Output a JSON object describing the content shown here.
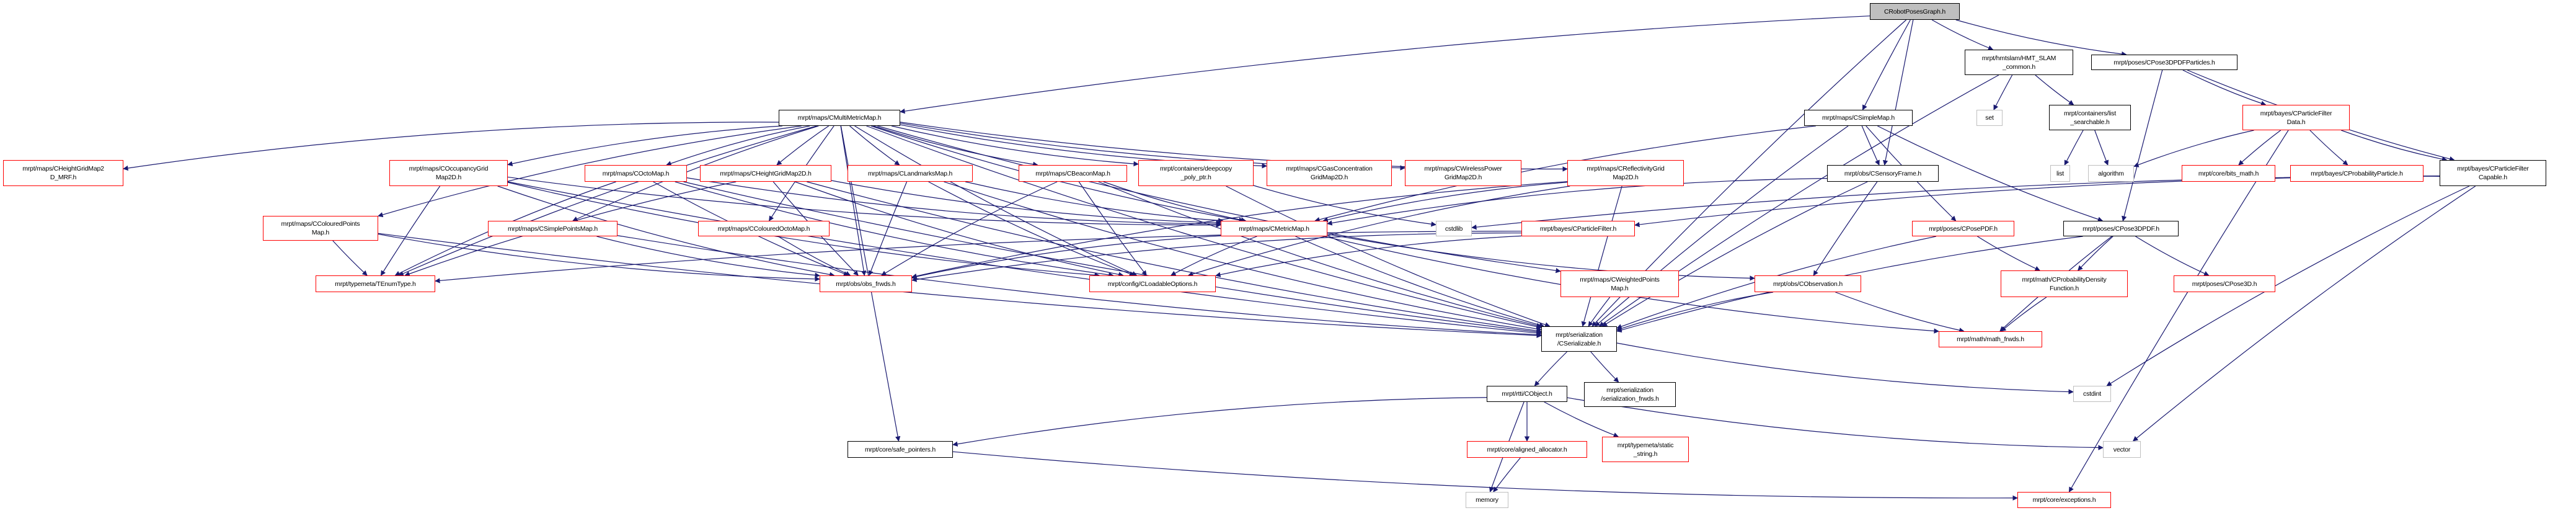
{
  "title": "CRobotPosesGraph.h",
  "colors": {
    "edge": "#191970",
    "documented_border": "#000000",
    "undocumented_border": "#ff0000",
    "system_border": "#bfbfbf",
    "root_fill": "#bfbfbf"
  },
  "nodes": {
    "root": {
      "label": "CRobotPosesGraph.h",
      "kind": "root"
    },
    "multimetric": {
      "label": "mrpt/maps/CMultiMetricMap.h",
      "kind": "doc"
    },
    "hgmrf": {
      "label": "mrpt/maps/CHeightGridMap2\nD_MRF.h",
      "kind": "undoc"
    },
    "occgrid": {
      "label": "mrpt/maps/COccupancyGrid\nMap2D.h",
      "kind": "undoc"
    },
    "octomap": {
      "label": "mrpt/maps/COctoMap.h",
      "kind": "undoc"
    },
    "hgmap": {
      "label": "mrpt/maps/CHeightGridMap2D.h",
      "kind": "undoc"
    },
    "landmarks": {
      "label": "mrpt/maps/CLandmarksMap.h",
      "kind": "undoc"
    },
    "beacon": {
      "label": "mrpt/maps/CBeaconMap.h",
      "kind": "undoc"
    },
    "deepcopy": {
      "label": "mrpt/containers/deepcopy\n_poly_ptr.h",
      "kind": "undoc"
    },
    "gas": {
      "label": "mrpt/maps/CGasConcentration\nGridMap2D.h",
      "kind": "undoc"
    },
    "wireless": {
      "label": "mrpt/maps/CWirelessPower\nGridMap2D.h",
      "kind": "undoc"
    },
    "reflect": {
      "label": "mrpt/maps/CReflectivityGrid\nMap2D.h",
      "kind": "undoc"
    },
    "simplemap": {
      "label": "mrpt/maps/CSimpleMap.h",
      "kind": "doc"
    },
    "hmt": {
      "label": "mrpt/hmtslam/HMT_SLAM\n_common.h",
      "kind": "doc"
    },
    "p3dparticles": {
      "label": "mrpt/poses/CPose3DPDFParticles.h",
      "kind": "doc"
    },
    "set": {
      "label": "set",
      "kind": "sys"
    },
    "listsearch": {
      "label": "mrpt/containers/list\n_searchable.h",
      "kind": "doc"
    },
    "pfdata": {
      "label": "mrpt/bayes/CParticleFilter\nData.h",
      "kind": "undoc"
    },
    "sensory": {
      "label": "mrpt/obs/CSensoryFrame.h",
      "kind": "doc"
    },
    "list": {
      "label": "list",
      "kind": "sys"
    },
    "algorithm": {
      "label": "algorithm",
      "kind": "sys"
    },
    "bitsmath": {
      "label": "mrpt/core/bits_math.h",
      "kind": "undoc"
    },
    "probparticle": {
      "label": "mrpt/bayes/CProbabilityParticle.h",
      "kind": "undoc"
    },
    "pfcapable": {
      "label": "mrpt/bayes/CParticleFilter\nCapable.h",
      "kind": "doc"
    },
    "colpoints": {
      "label": "mrpt/maps/CColouredPoints\nMap.h",
      "kind": "undoc"
    },
    "simplepoints": {
      "label": "mrpt/maps/CSimplePointsMap.h",
      "kind": "undoc"
    },
    "coloctomap": {
      "label": "mrpt/maps/CColouredOctoMap.h",
      "kind": "undoc"
    },
    "metricmap": {
      "label": "mrpt/maps/CMetricMap.h",
      "kind": "undoc"
    },
    "cstdlib": {
      "label": "cstdlib",
      "kind": "sys"
    },
    "pfilter": {
      "label": "mrpt/bayes/CParticleFilter.h",
      "kind": "undoc"
    },
    "posepdf": {
      "label": "mrpt/poses/CPosePDF.h",
      "kind": "undoc"
    },
    "pose3dpdf": {
      "label": "mrpt/poses/CPose3DPDF.h",
      "kind": "doc"
    },
    "tenum": {
      "label": "mrpt/typemeta/TEnumType.h",
      "kind": "undoc"
    },
    "obsfrwds": {
      "label": "mrpt/obs/obs_frwds.h",
      "kind": "undoc"
    },
    "loadable": {
      "label": "mrpt/config/CLoadableOptions.h",
      "kind": "undoc"
    },
    "weighted": {
      "label": "mrpt/maps/CWeightedPoints\nMap.h",
      "kind": "undoc"
    },
    "observation": {
      "label": "mrpt/obs/CObservation.h",
      "kind": "undoc"
    },
    "probdens": {
      "label": "mrpt/math/CProbabilityDensity\nFunction.h",
      "kind": "undoc"
    },
    "pose3d": {
      "label": "mrpt/poses/CPose3D.h",
      "kind": "undoc"
    },
    "serializable": {
      "label": "mrpt/serialization\n/CSerializable.h",
      "kind": "doc"
    },
    "mathfrwds": {
      "label": "mrpt/math/math_frwds.h",
      "kind": "undoc"
    },
    "cobject": {
      "label": "mrpt/rtti/CObject.h",
      "kind": "doc"
    },
    "serfrwds": {
      "label": "mrpt/serialization\n/serialization_frwds.h",
      "kind": "doc"
    },
    "cstdint": {
      "label": "cstdint",
      "kind": "sys"
    },
    "safeptr": {
      "label": "mrpt/core/safe_pointers.h",
      "kind": "doc"
    },
    "aligned": {
      "label": "mrpt/core/aligned_allocator.h",
      "kind": "undoc"
    },
    "staticstr": {
      "label": "mrpt/typemeta/static\n_string.h",
      "kind": "undoc"
    },
    "vector": {
      "label": "vector",
      "kind": "sys"
    },
    "memory": {
      "label": "memory",
      "kind": "sys"
    },
    "exceptions": {
      "label": "mrpt/core/exceptions.h",
      "kind": "undoc"
    }
  },
  "edges": [
    [
      "root",
      "multimetric"
    ],
    [
      "root",
      "simplemap"
    ],
    [
      "root",
      "sensory"
    ],
    [
      "root",
      "hmt"
    ],
    [
      "root",
      "p3dparticles"
    ],
    [
      "root",
      "serializable"
    ],
    [
      "multimetric",
      "hgmrf"
    ],
    [
      "multimetric",
      "occgrid"
    ],
    [
      "multimetric",
      "octomap"
    ],
    [
      "multimetric",
      "hgmap"
    ],
    [
      "multimetric",
      "landmarks"
    ],
    [
      "multimetric",
      "beacon"
    ],
    [
      "multimetric",
      "deepcopy"
    ],
    [
      "multimetric",
      "gas"
    ],
    [
      "multimetric",
      "wireless"
    ],
    [
      "multimetric",
      "reflect"
    ],
    [
      "multimetric",
      "colpoints"
    ],
    [
      "multimetric",
      "simplepoints"
    ],
    [
      "multimetric",
      "coloctomap"
    ],
    [
      "multimetric",
      "metricmap"
    ],
    [
      "multimetric",
      "tenum"
    ],
    [
      "multimetric",
      "obsfrwds"
    ],
    [
      "multimetric",
      "loadable"
    ],
    [
      "multimetric",
      "weighted"
    ],
    [
      "multimetric",
      "serializable"
    ],
    [
      "multimetric",
      "safeptr"
    ],
    [
      "occgrid",
      "tenum"
    ],
    [
      "occgrid",
      "metricmap"
    ],
    [
      "occgrid",
      "obsfrwds"
    ],
    [
      "occgrid",
      "loadable"
    ],
    [
      "occgrid",
      "serializable"
    ],
    [
      "octomap",
      "metricmap"
    ],
    [
      "octomap",
      "obsfrwds"
    ],
    [
      "octomap",
      "loadable"
    ],
    [
      "octomap",
      "serializable"
    ],
    [
      "octomap",
      "tenum"
    ],
    [
      "hgmap",
      "metricmap"
    ],
    [
      "hgmap",
      "obsfrwds"
    ],
    [
      "hgmap",
      "loadable"
    ],
    [
      "hgmap",
      "serializable"
    ],
    [
      "hgmap",
      "tenum"
    ],
    [
      "landmarks",
      "metricmap"
    ],
    [
      "landmarks",
      "obsfrwds"
    ],
    [
      "landmarks",
      "loadable"
    ],
    [
      "landmarks",
      "serializable"
    ],
    [
      "beacon",
      "metricmap"
    ],
    [
      "beacon",
      "obsfrwds"
    ],
    [
      "beacon",
      "loadable"
    ],
    [
      "beacon",
      "serializable"
    ],
    [
      "deepcopy",
      "cstdlib"
    ],
    [
      "deepcopy",
      "serializable"
    ],
    [
      "reflect",
      "metricmap"
    ],
    [
      "reflect",
      "obsfrwds"
    ],
    [
      "reflect",
      "loadable"
    ],
    [
      "reflect",
      "serializable"
    ],
    [
      "colpoints",
      "tenum"
    ],
    [
      "colpoints",
      "obsfrwds"
    ],
    [
      "colpoints",
      "serializable"
    ],
    [
      "simplepoints",
      "obsfrwds"
    ],
    [
      "simplepoints",
      "serializable"
    ],
    [
      "coloctomap",
      "obsfrwds"
    ],
    [
      "metricmap",
      "obsfrwds"
    ],
    [
      "metricmap",
      "serializable"
    ],
    [
      "metricmap",
      "observation"
    ],
    [
      "metricmap",
      "mathfrwds"
    ],
    [
      "metricmap",
      "loadable"
    ],
    [
      "pfilter",
      "loadable"
    ],
    [
      "pfilter",
      "obsfrwds"
    ],
    [
      "pfilter",
      "tenum"
    ],
    [
      "weighted",
      "serializable"
    ],
    [
      "observation",
      "serializable"
    ],
    [
      "observation",
      "mathfrwds"
    ],
    [
      "simplemap",
      "sensory"
    ],
    [
      "simplemap",
      "posepdf"
    ],
    [
      "simplemap",
      "pose3dpdf"
    ],
    [
      "simplemap",
      "serializable"
    ],
    [
      "simplemap",
      "metricmap"
    ],
    [
      "sensory",
      "observation"
    ],
    [
      "sensory",
      "serializable"
    ],
    [
      "sensory",
      "metricmap"
    ],
    [
      "hmt",
      "set"
    ],
    [
      "hmt",
      "listsearch"
    ],
    [
      "hmt",
      "serializable"
    ],
    [
      "listsearch",
      "list"
    ],
    [
      "listsearch",
      "algorithm"
    ],
    [
      "p3dparticles",
      "pfdata"
    ],
    [
      "p3dparticles",
      "pfcapable"
    ],
    [
      "p3dparticles",
      "pose3dpdf"
    ],
    [
      "pfdata",
      "algorithm"
    ],
    [
      "pfdata",
      "bitsmath"
    ],
    [
      "pfdata",
      "probparticle"
    ],
    [
      "pfdata",
      "pfcapable"
    ],
    [
      "pfdata",
      "exceptions"
    ],
    [
      "pfcapable",
      "pfilter"
    ],
    [
      "pfcapable",
      "cstdint"
    ],
    [
      "pfcapable",
      "vector"
    ],
    [
      "pfcapable",
      "cstdlib"
    ],
    [
      "posepdf",
      "probdens"
    ],
    [
      "posepdf",
      "serializable"
    ],
    [
      "pose3dpdf",
      "probdens"
    ],
    [
      "pose3dpdf",
      "pose3d"
    ],
    [
      "pose3dpdf",
      "serializable"
    ],
    [
      "pose3dpdf",
      "mathfrwds"
    ],
    [
      "probdens",
      "mathfrwds"
    ],
    [
      "serializable",
      "cobject"
    ],
    [
      "serializable",
      "serfrwds"
    ],
    [
      "serializable",
      "cstdint"
    ],
    [
      "cobject",
      "safeptr"
    ],
    [
      "cobject",
      "aligned"
    ],
    [
      "cobject",
      "staticstr"
    ],
    [
      "cobject",
      "memory"
    ],
    [
      "cobject",
      "vector"
    ],
    [
      "aligned",
      "memory"
    ],
    [
      "safeptr",
      "exceptions"
    ]
  ]
}
